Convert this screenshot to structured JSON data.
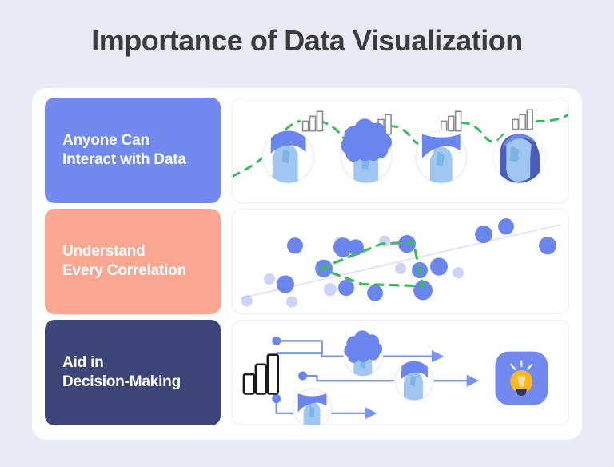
{
  "page": {
    "title": "Importance of Data Visualization",
    "background_color": "#e8eaf6",
    "title_color": "#3b3b3b",
    "board_color": "#ffffff"
  },
  "rows": [
    {
      "id": "anyone-can-interact",
      "label": "Anyone Can\nInteract with Data",
      "card_color": "#7289ef",
      "text_color": "#ffffff",
      "illustration": "people-network-with-bar-charts"
    },
    {
      "id": "understand-correlation",
      "label": "Understand\nEvery Correlation",
      "card_color": "#f9a693",
      "text_color": "#ffffff",
      "illustration": "scatter-plot-with-trendline"
    },
    {
      "id": "aid-decision-making",
      "label": "Aid in\nDecision-Making",
      "card_color": "#3d4578",
      "text_color": "#ffffff",
      "illustration": "flow-diagram-to-lightbulb"
    }
  ],
  "palette": {
    "accent_blue": "#6b85ee",
    "light_blue": "#a8c8f0",
    "pale_blue": "#b8c6f5",
    "dash_green": "#3dba5e",
    "bulb_yellow": "#ffb81c",
    "bulb_base": "#2e3560",
    "icon_outline": "#7d7d85",
    "trendline": "#e2e4f6",
    "panel_border": "#eceefb"
  },
  "chart_data": {
    "type": "scatter",
    "title": "Understand Every Correlation",
    "xlabel": "",
    "ylabel": "",
    "xlim": [
      0,
      100
    ],
    "ylim": [
      0,
      100
    ],
    "grid": false,
    "legend": "none",
    "trendline": {
      "from": [
        0,
        8
      ],
      "to": [
        100,
        92
      ],
      "color": "#e2e4f6"
    },
    "annotation_path": {
      "style": "dashed",
      "color": "#3dba5e",
      "points": [
        [
          25,
          42
        ],
        [
          44,
          70
        ],
        [
          54,
          72
        ],
        [
          57,
          22
        ],
        [
          38,
          24
        ],
        [
          25,
          42
        ]
      ]
    },
    "series": [
      {
        "name": "points",
        "points": [
          {
            "x": 2,
            "y": 5,
            "size": 7,
            "opacity": 0.35
          },
          {
            "x": 9,
            "y": 30,
            "size": 7,
            "opacity": 0.35
          },
          {
            "x": 14,
            "y": 24,
            "size": 11,
            "opacity": 1.0
          },
          {
            "x": 16,
            "y": 4,
            "size": 7,
            "opacity": 0.35
          },
          {
            "x": 17,
            "y": 68,
            "size": 10,
            "opacity": 1.0
          },
          {
            "x": 26,
            "y": 42,
            "size": 11,
            "opacity": 1.0
          },
          {
            "x": 28,
            "y": 18,
            "size": 8,
            "opacity": 0.35
          },
          {
            "x": 31,
            "y": 72,
            "size": 7,
            "opacity": 0.35
          },
          {
            "x": 32,
            "y": 66,
            "size": 12,
            "opacity": 1.0
          },
          {
            "x": 33,
            "y": 20,
            "size": 10,
            "opacity": 1.0
          },
          {
            "x": 36,
            "y": 66,
            "size": 10,
            "opacity": 1.0
          },
          {
            "x": 42,
            "y": 14,
            "size": 10,
            "opacity": 1.0
          },
          {
            "x": 45,
            "y": 73,
            "size": 7,
            "opacity": 0.35
          },
          {
            "x": 50,
            "y": 42,
            "size": 7,
            "opacity": 0.35
          },
          {
            "x": 52,
            "y": 70,
            "size": 11,
            "opacity": 1.0
          },
          {
            "x": 56,
            "y": 40,
            "size": 10,
            "opacity": 1.0
          },
          {
            "x": 57,
            "y": 17,
            "size": 12,
            "opacity": 1.0
          },
          {
            "x": 62,
            "y": 44,
            "size": 11,
            "opacity": 1.0
          },
          {
            "x": 68,
            "y": 37,
            "size": 7,
            "opacity": 0.35
          },
          {
            "x": 76,
            "y": 81,
            "size": 11,
            "opacity": 1.0
          },
          {
            "x": 83,
            "y": 90,
            "size": 10,
            "opacity": 1.0
          },
          {
            "x": 96,
            "y": 68,
            "size": 11,
            "opacity": 1.0
          }
        ]
      }
    ]
  },
  "illustration_1": {
    "avatars": [
      "bowl-cut-avatar",
      "curly-hair-avatar",
      "flat-top-avatar",
      "front-face-avatar"
    ],
    "icons": [
      "bar-chart-icon",
      "bar-chart-icon",
      "bar-chart-icon",
      "bar-chart-icon"
    ],
    "connector": "green-dashed-path"
  },
  "illustration_3": {
    "source_icon": "bar-chart-icon",
    "branches": 3,
    "branch_avatars": [
      "curly-hair-avatar",
      "bowl-cut-avatar",
      "flat-top-avatar"
    ],
    "result_icon": "lightbulb-icon",
    "result_tile_color": "#7289ef",
    "arrow_color": "#7b95f2"
  }
}
